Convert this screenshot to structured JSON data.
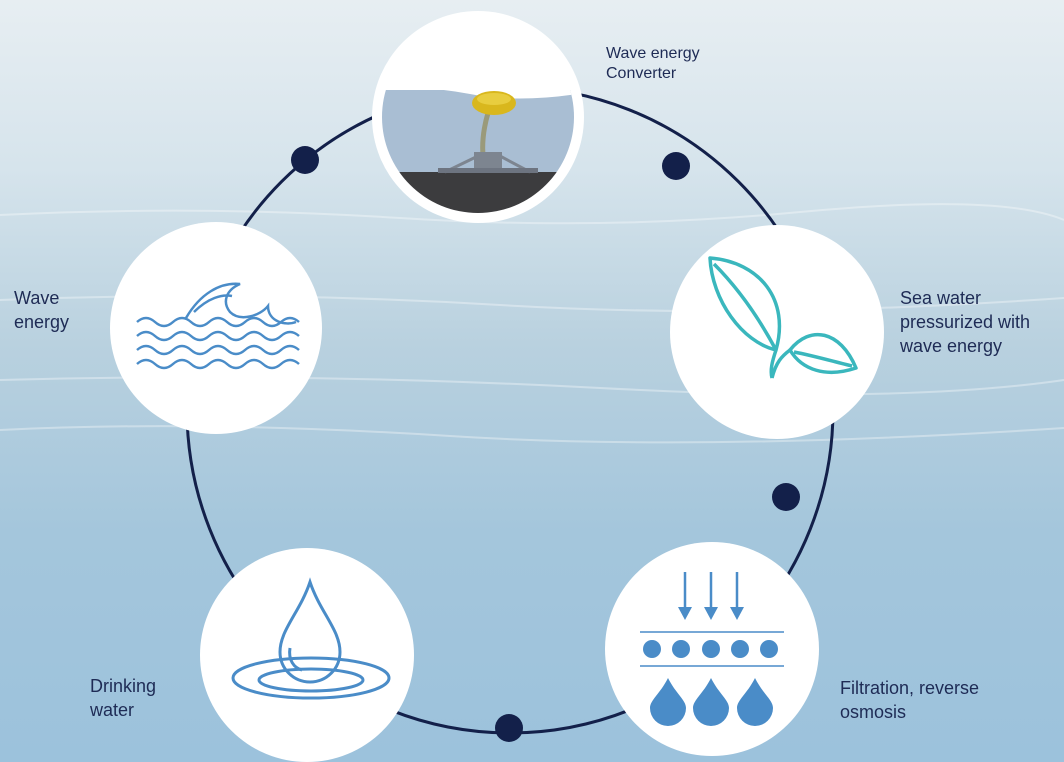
{
  "steps": [
    {
      "icon": "buoy-converter-illustration",
      "label_lines": [
        "Wave energy",
        "Converter"
      ]
    },
    {
      "icon": "leaf-sprout-icon",
      "label_lines": [
        "Sea water",
        "pressurized with",
        "wave energy"
      ]
    },
    {
      "icon": "filtration-membrane-icon",
      "label_lines": [
        "Filtration, reverse",
        "osmosis"
      ]
    },
    {
      "icon": "water-drop-icon",
      "label_lines": [
        "Drinking",
        "water"
      ]
    },
    {
      "icon": "waves-icon",
      "label_lines": [
        "Wave",
        "energy"
      ]
    }
  ],
  "colors": {
    "ring": "#13204a",
    "icon_blue": "#4a8cc8",
    "leaf_teal": "#3ab7bd",
    "text": "#1e2b55",
    "buoy_yellow": "#d9b71d"
  }
}
